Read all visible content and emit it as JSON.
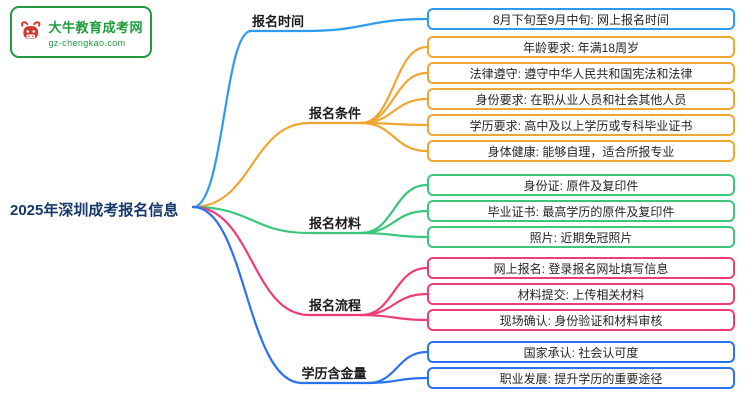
{
  "logo": {
    "name": "大牛教育成考网",
    "domain": "gz-chengkao.com",
    "brand_green": "#1f9c3d",
    "logo_red": "#cf3b30"
  },
  "root": {
    "title": "2025年深圳成考报名信息",
    "color": "#17386b"
  },
  "branches": [
    {
      "label": "报名时间",
      "color": "#2E9BF0",
      "items": [
        "8月下旬至9月中旬: 网上报名时间"
      ]
    },
    {
      "label": "报名条件",
      "color": "#F0A632",
      "items": [
        "年龄要求: 年满18周岁",
        "法律遵守: 遵守中华人民共和国宪法和法律",
        "身份要求: 在职从业人员和社会其他人员",
        "学历要求: 高中及以上学历或专科毕业证书",
        "身体健康: 能够自理，适合所报专业"
      ]
    },
    {
      "label": "报名材料",
      "color": "#3EC57C",
      "items": [
        "身份证: 原件及复印件",
        "毕业证书: 最高学历的原件及复印件",
        "照片: 近期免冠照片"
      ]
    },
    {
      "label": "报名流程",
      "color": "#EE3D74",
      "items": [
        "网上报名: 登录报名网址填写信息",
        "材料提交: 上传相关材料",
        "现场确认: 身份验证和材料审核"
      ]
    },
    {
      "label": "学历含金量",
      "color": "#2B72F0",
      "items": [
        "国家承认: 社会认可度",
        "职业发展: 提升学历的重要途径"
      ]
    }
  ]
}
